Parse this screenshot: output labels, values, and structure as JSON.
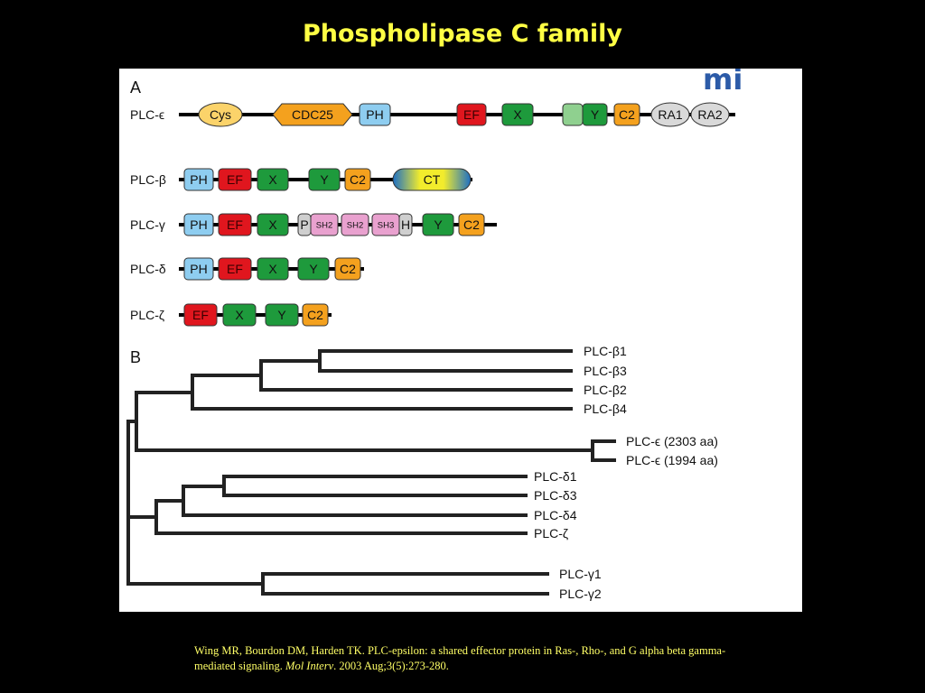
{
  "slide": {
    "title": "Phospholipase C family"
  },
  "logo": {
    "text": "mi"
  },
  "panel_a": {
    "label": "A",
    "proteins": [
      {
        "name": "PLC-ϵ",
        "domains": [
          {
            "label": "Cys",
            "type": "Cys"
          },
          {
            "label": "CDC25",
            "type": "CDC25"
          },
          {
            "label": "PH",
            "type": "PH"
          },
          {
            "label": "EF",
            "type": "EF"
          },
          {
            "label": "X",
            "type": "X"
          },
          {
            "label": "",
            "type": "insert"
          },
          {
            "label": "Y",
            "type": "Y"
          },
          {
            "label": "C2",
            "type": "C2"
          },
          {
            "label": "RA1",
            "type": "RA"
          },
          {
            "label": "RA2",
            "type": "RA"
          }
        ]
      },
      {
        "name": "PLC-β",
        "domains": [
          {
            "label": "PH",
            "type": "PH"
          },
          {
            "label": "EF",
            "type": "EF"
          },
          {
            "label": "X",
            "type": "X"
          },
          {
            "label": "Y",
            "type": "Y"
          },
          {
            "label": "C2",
            "type": "C2"
          },
          {
            "label": "CT",
            "type": "CT"
          }
        ]
      },
      {
        "name": "PLC-γ",
        "domains": [
          {
            "label": "PH",
            "type": "PH"
          },
          {
            "label": "EF",
            "type": "EF"
          },
          {
            "label": "X",
            "type": "X"
          },
          {
            "label": "P",
            "type": "splitPH"
          },
          {
            "label": "SH2",
            "type": "SH"
          },
          {
            "label": "SH2",
            "type": "SH"
          },
          {
            "label": "SH3",
            "type": "SH"
          },
          {
            "label": "H",
            "type": "splitPH"
          },
          {
            "label": "Y",
            "type": "Y"
          },
          {
            "label": "C2",
            "type": "C2"
          }
        ]
      },
      {
        "name": "PLC-δ",
        "domains": [
          {
            "label": "PH",
            "type": "PH"
          },
          {
            "label": "EF",
            "type": "EF"
          },
          {
            "label": "X",
            "type": "X"
          },
          {
            "label": "Y",
            "type": "Y"
          },
          {
            "label": "C2",
            "type": "C2"
          }
        ]
      },
      {
        "name": "PLC-ζ",
        "domains": [
          {
            "label": "EF",
            "type": "EF"
          },
          {
            "label": "X",
            "type": "X"
          },
          {
            "label": "Y",
            "type": "Y"
          },
          {
            "label": "C2",
            "type": "C2"
          }
        ]
      }
    ]
  },
  "panel_b": {
    "label": "B",
    "leaves": [
      "PLC-β1",
      "PLC-β3",
      "PLC-β2",
      "PLC-β4",
      "PLC-ϵ (2303 aa)",
      "PLC-ϵ (1994 aa)",
      "PLC-δ1",
      "PLC-δ3",
      "PLC-δ4",
      "PLC-ζ",
      "PLC-γ1",
      "PLC-γ2"
    ]
  },
  "colors": {
    "PH": "#8ecdf0",
    "EF": "#e0161e",
    "X": "#1e9a3c",
    "Y": "#1e9a3c",
    "C2": "#f4a11e",
    "Cys": "#fbd36a",
    "CDC25": "#f4a11e",
    "RA": "#d9d9d9",
    "SH": "#e9a1cf",
    "splitPH": "#cfcfcf",
    "insert": "#8fd08f",
    "CT_center": "#f2ec2c",
    "CT_edge": "#1d6fc4",
    "logo": "#2c5ba8",
    "title": "#ffff44",
    "citation": "#ffff66"
  },
  "citation": {
    "authors_and_title": "Wing MR, Bourdon DM, Harden TK. PLC-epsilon: a shared effector protein in Ras-, Rho-, and G alpha beta gamma-mediated signaling. ",
    "journal": "Mol Interv",
    "details": ". 2003 Aug;3(5):273-280."
  }
}
